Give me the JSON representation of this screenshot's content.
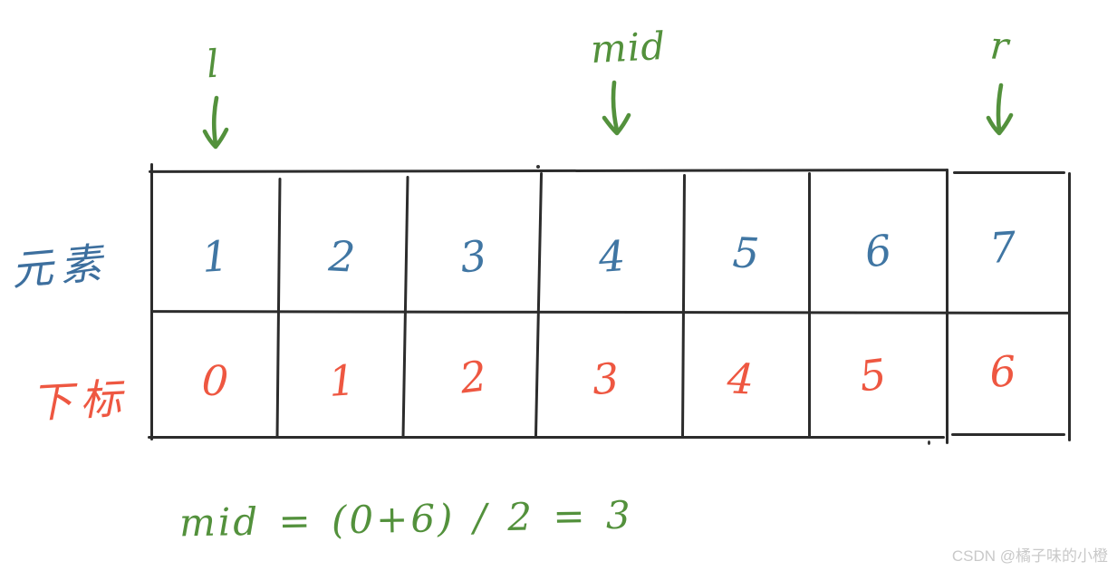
{
  "diagram_title": "binary-search array diagram",
  "colors": {
    "pointer_green": "#53913c",
    "element_blue": "#4076a3",
    "index_orange": "#ee5741",
    "grid_line": "#2c2c2c",
    "watermark_gray": "#c9c9c9"
  },
  "pointers": {
    "left": {
      "label": "l"
    },
    "mid": {
      "label": "mid"
    },
    "right": {
      "label": "r"
    }
  },
  "table": {
    "row_labels": {
      "elements": "元素",
      "indices": "下标"
    },
    "elements": [
      "1",
      "2",
      "3",
      "4",
      "5",
      "6",
      "7"
    ],
    "indices": [
      "0",
      "1",
      "2",
      "3",
      "4",
      "5",
      "6"
    ]
  },
  "formula": "mid = (0+6) / 2 = 3",
  "watermark": "CSDN @橘子味的小橙"
}
